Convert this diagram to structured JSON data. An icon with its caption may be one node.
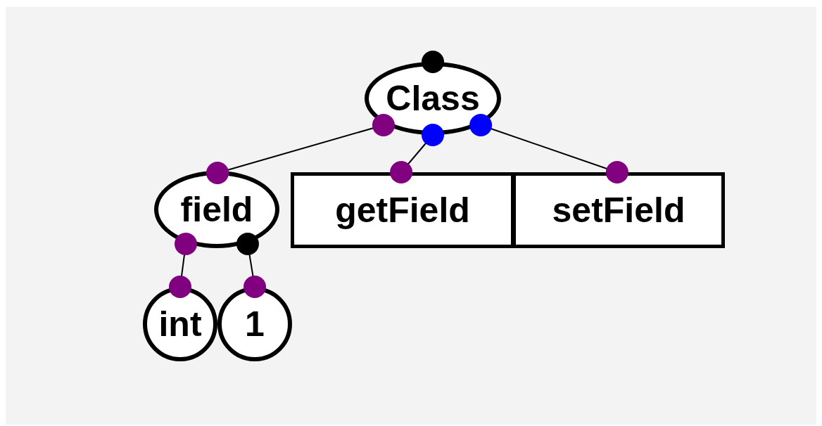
{
  "diagram": {
    "nodes": [
      {
        "text": [
          "Class"
        ]
      },
      {
        "text": [
          "field"
        ]
      },
      {
        "text": [
          "getField"
        ]
      },
      {
        "text": [
          "setField"
        ]
      },
      {
        "text": [
          "int"
        ]
      },
      {
        "text": [
          "1"
        ]
      }
    ],
    "edges": [
      {
        "from": 0,
        "to": 1,
        "arrow": "other"
      },
      {
        "from": 0,
        "to": 2,
        "arrow": "other"
      },
      {
        "from": 0,
        "to": 3,
        "arrow": "other"
      },
      {
        "from": 1,
        "to": 4,
        "arrow": "other"
      },
      {
        "from": 1,
        "to": 5,
        "arrow": "other"
      }
    ]
  }
}
